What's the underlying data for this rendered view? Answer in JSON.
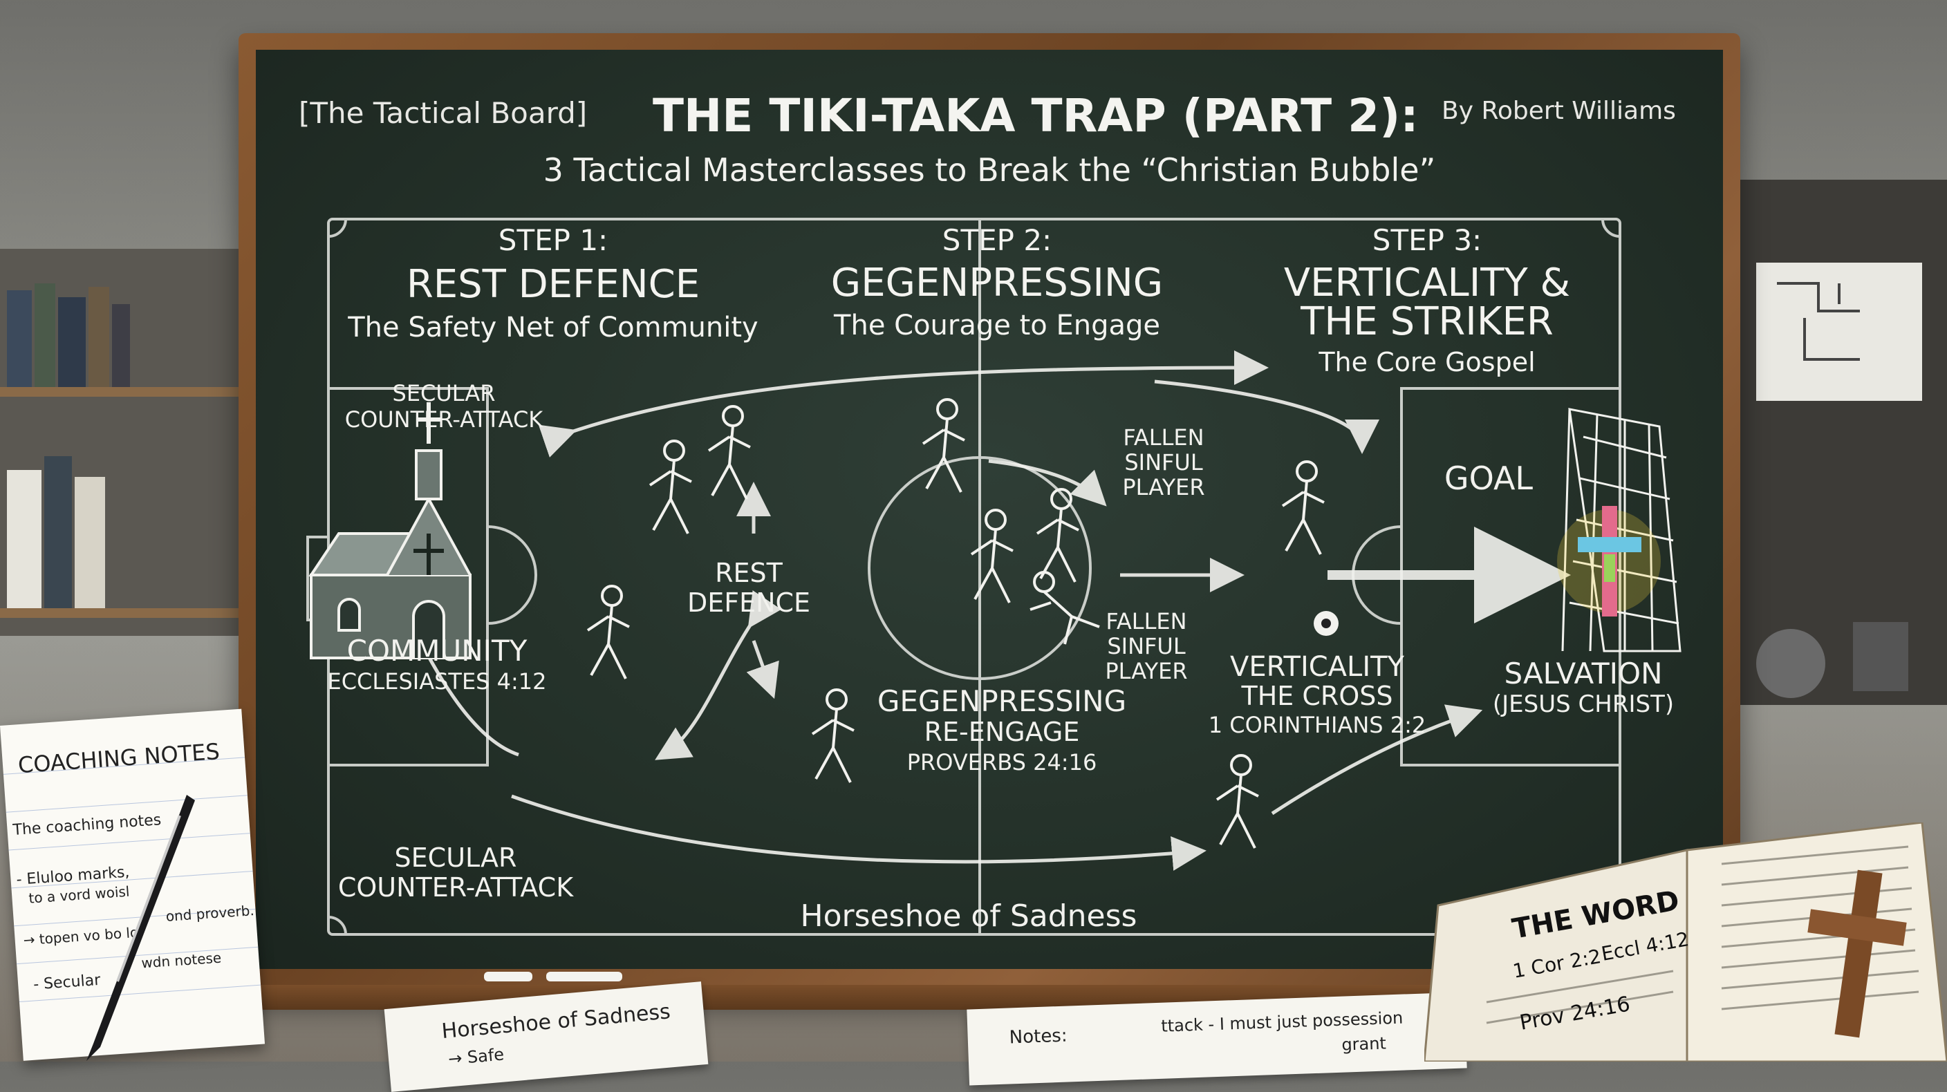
{
  "board": {
    "bracket_label": "[The Tactical Board]",
    "title": "THE TIKI-TAKA TRAP (PART 2):",
    "author": "By Robert Williams",
    "subtitle": "3 Tactical Masterclasses to Break the “Christian Bubble”"
  },
  "steps": [
    {
      "step": "STEP 1:",
      "heading": "REST DEFENCE",
      "subheading": "The Safety Net of Community"
    },
    {
      "step": "STEP 2:",
      "heading": "GEGENPRESSING",
      "subheading": "The Courage to Engage"
    },
    {
      "step": "STEP 3:",
      "heading_line1": "VERTICALITY &",
      "heading_line2": "THE STRIKER",
      "subheading": "The Core Gospel"
    }
  ],
  "pitch_labels": {
    "secular_top_1": "SECULAR",
    "secular_top_2": "COUNTER-ATTACK",
    "community": "COMMUNITY",
    "ecclesiastes": "ECCLESIASTES 4:12",
    "rest_defence_1": "REST",
    "rest_defence_2": "DEFENCE",
    "fallen_top_1": "FALLEN",
    "fallen_top_2": "SINFUL",
    "fallen_top_3": "PLAYER",
    "fallen_mid_1": "FALLEN",
    "fallen_mid_2": "SINFUL",
    "fallen_mid_3": "PLAYER",
    "gegen_label": "GEGENPRESSING",
    "reengage": "RE-ENGAGE",
    "proverbs": "PROVERBS 24:16",
    "verticality": "VERTICALITY",
    "the_cross": "THE CROSS",
    "corinthians": "1 CORINTHIANS 2:2",
    "goal": "GOAL",
    "salvation": "SALVATION",
    "jesus": "(JESUS CHRIST)",
    "secular_bottom_1": "SECULAR",
    "secular_bottom_2": "COUNTER-ATTACK",
    "horseshoe": "Horseshoe of Sadness"
  },
  "notepad": {
    "title": "COACHING NOTES",
    "line1": "The coaching notes",
    "line2": "- Eluloo marks,",
    "line3": "to a vord woisl",
    "line4": "→ topen vo bo lo",
    "line5": "ond proverb.",
    "line6": "- Secular",
    "line7": "wdn notese"
  },
  "papers": {
    "paper1": "Horseshoe of Sadness",
    "paper1_line2": "→ Safe",
    "paper2_a": "Notes:",
    "paper2_b": "ttack - I must just possession",
    "paper2_c": "grant"
  },
  "bible": {
    "title": "THE WORD",
    "ref1": "1 Cor 2:2",
    "ref2": "Eccl 4:12",
    "ref3": "Prov 24:16"
  },
  "colors": {
    "chalkboard": "#243129",
    "chalk": "#f2f2ee",
    "frame": "#7a4e2a",
    "cross_glow": "#f5d33b"
  }
}
